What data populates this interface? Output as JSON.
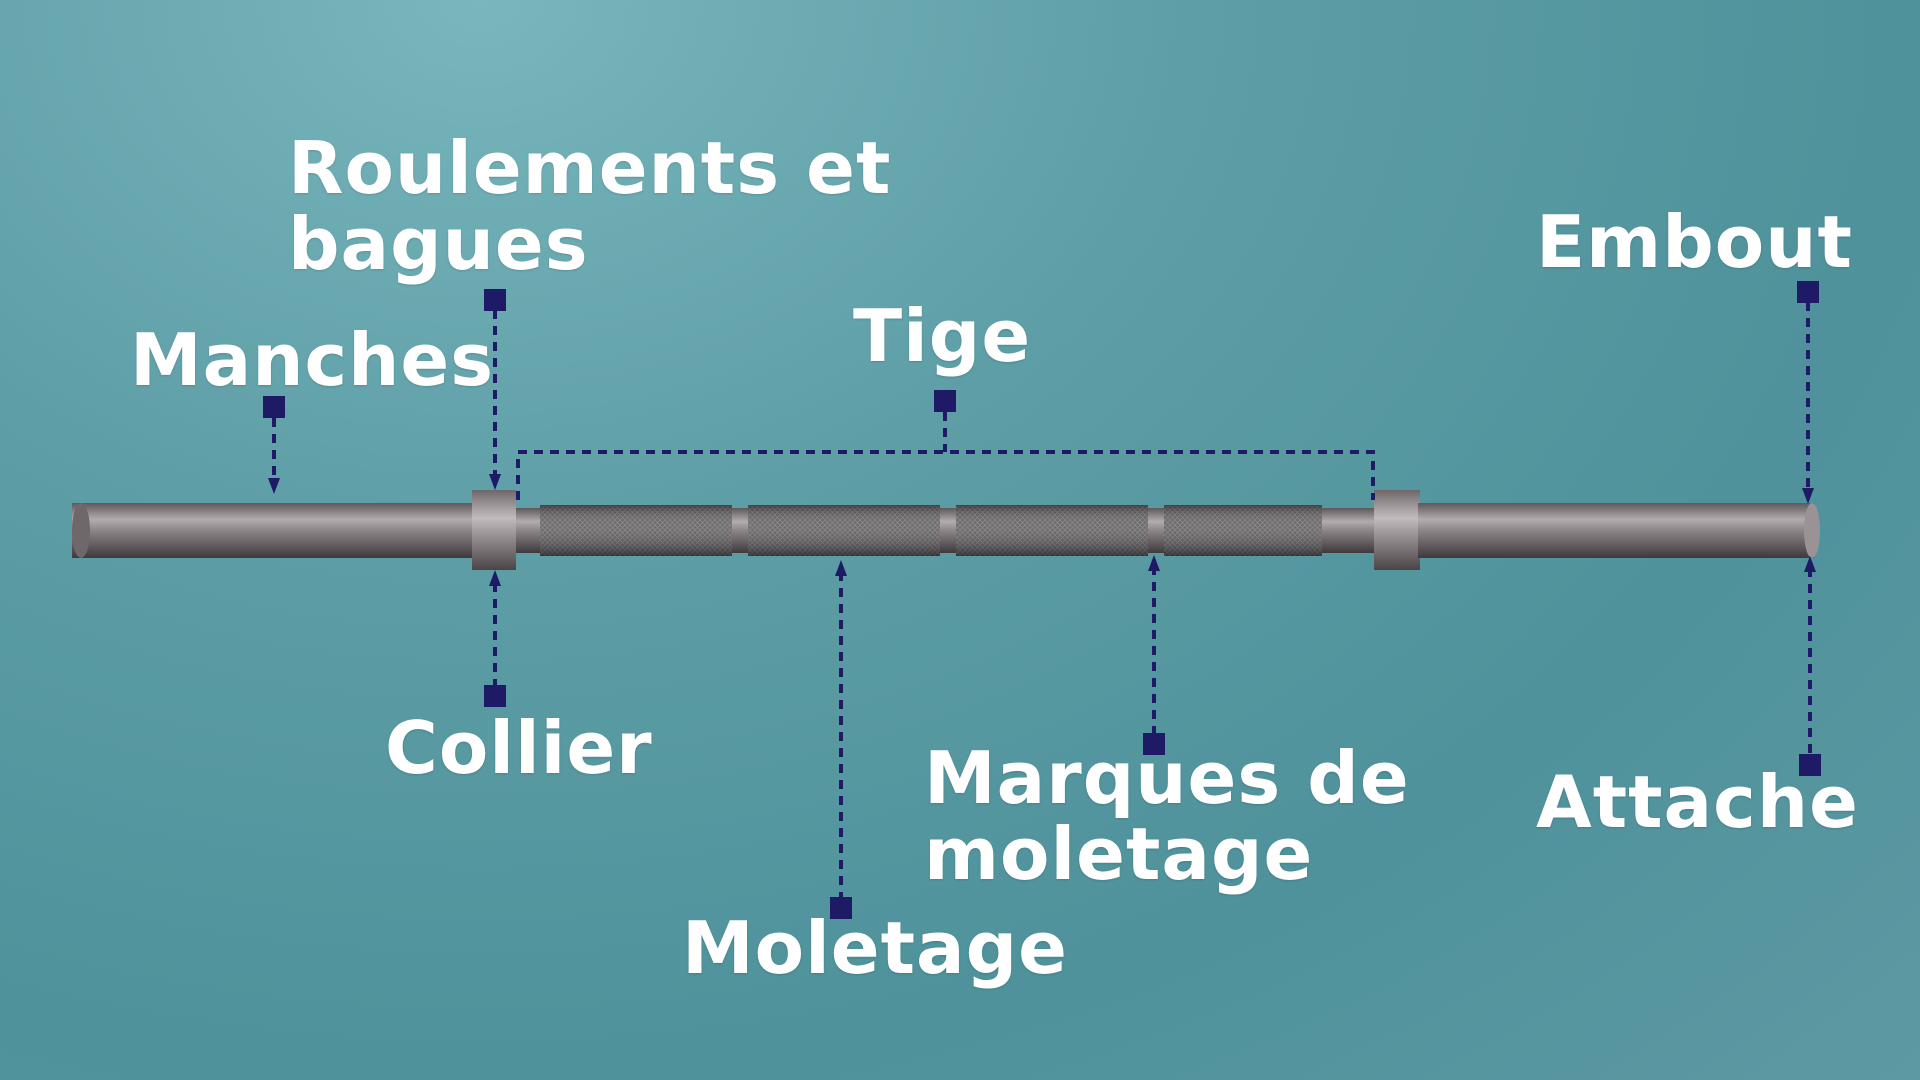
{
  "colors": {
    "background": "#5a9ba3",
    "label_text": "#ffffff",
    "leader": "#1f1a66",
    "bar_steel": "#8c8588",
    "knurl": "#5e5b5d"
  },
  "labels": {
    "manches": "Manches",
    "roulements": "Roulements et\nbagues",
    "tige": "Tige",
    "embout": "Embout",
    "collier": "Collier",
    "moletage": "Moletage",
    "marques": "Marques de\nmoletage",
    "attache": "Attache"
  }
}
